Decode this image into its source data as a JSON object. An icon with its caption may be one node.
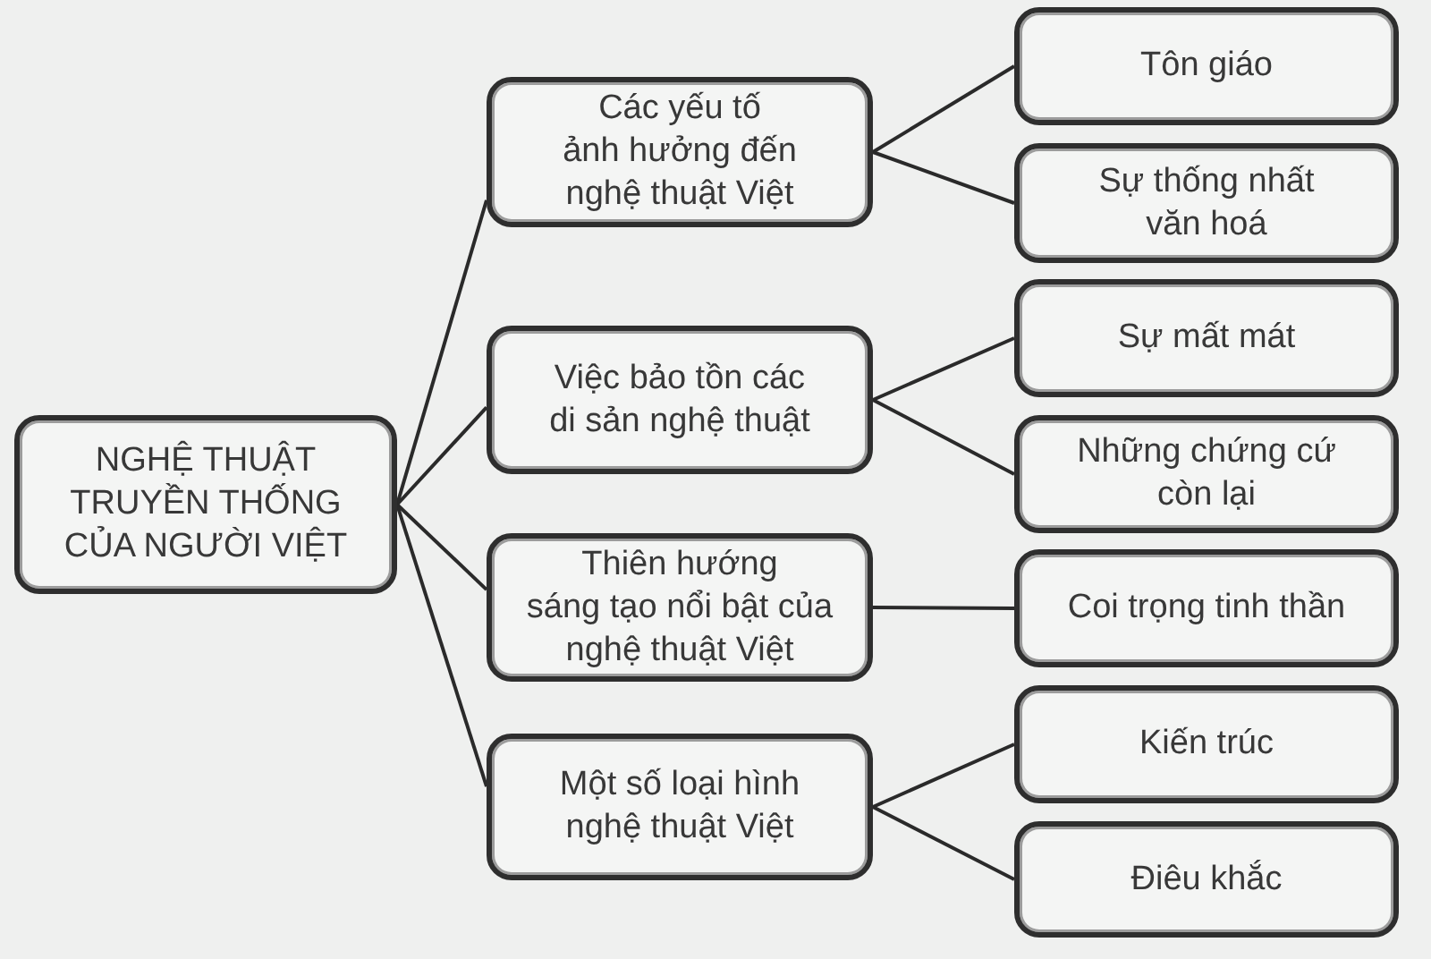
{
  "diagram": {
    "nodes": [
      {
        "text": [
          "NGHỆ THUẬT TRUYỀN THỐNG CỦA NGƯỜI VIỆT"
        ]
      },
      {
        "text": [
          "Các yếu tố ảnh hưởng đến nghệ thuật Việt"
        ]
      },
      {
        "text": [
          "Việc bảo tồn các di sản nghệ thuật"
        ]
      },
      {
        "text": [
          "Thiên hướng sáng tạo nổi bật của nghệ thuật Việt"
        ]
      },
      {
        "text": [
          "Một số loại hình nghệ thuật Việt"
        ]
      },
      {
        "text": [
          "Tôn giáo"
        ]
      },
      {
        "text": [
          "Sự thống nhất văn hoá"
        ]
      },
      {
        "text": [
          "Sự mất mát"
        ]
      },
      {
        "text": [
          "Những chứng cứ còn lại"
        ]
      },
      {
        "text": [
          "Coi trọng tinh thần"
        ]
      },
      {
        "text": [
          "Kiến trúc"
        ]
      },
      {
        "text": [
          "Điêu khắc"
        ]
      }
    ],
    "edges": [
      {
        "from": 0,
        "to": 1,
        "arrow": "none"
      },
      {
        "from": 0,
        "to": 2,
        "arrow": "none"
      },
      {
        "from": 0,
        "to": 3,
        "arrow": "none"
      },
      {
        "from": 0,
        "to": 4,
        "arrow": "none"
      },
      {
        "from": 1,
        "to": 5,
        "arrow": "none"
      },
      {
        "from": 1,
        "to": 6,
        "arrow": "none"
      },
      {
        "from": 2,
        "to": 7,
        "arrow": "none"
      },
      {
        "from": 2,
        "to": 8,
        "arrow": "none"
      },
      {
        "from": 3,
        "to": 9,
        "arrow": "none"
      },
      {
        "from": 4,
        "to": 10,
        "arrow": "none"
      },
      {
        "from": 4,
        "to": 11,
        "arrow": "none"
      }
    ]
  }
}
